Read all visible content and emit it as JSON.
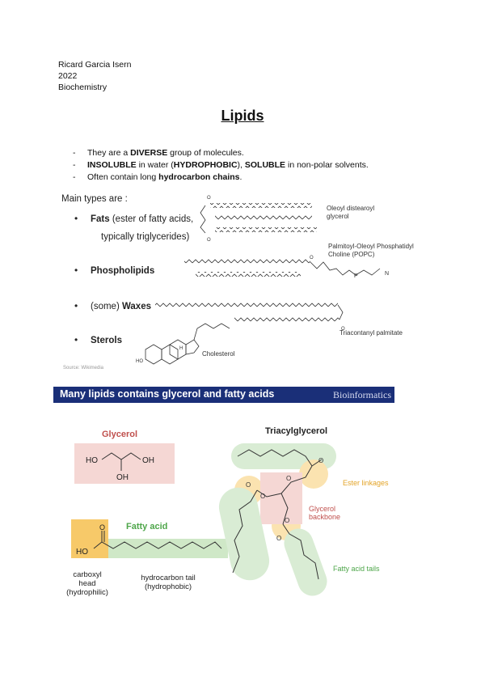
{
  "header": {
    "author": "Ricard Garcia Isern",
    "year": "2022",
    "subject": "Biochemistry"
  },
  "title": "Lipids",
  "bullets": [
    {
      "dash": "-",
      "parts": [
        {
          "t": "They are a ",
          "b": false
        },
        {
          "t": "DIVERSE",
          "b": true
        },
        {
          "t": " group of molecules.",
          "b": false
        }
      ]
    },
    {
      "dash": "-",
      "parts": [
        {
          "t": "INSOLUBLE",
          "b": true
        },
        {
          "t": " in water (",
          "b": false
        },
        {
          "t": "HYDROPHOBIC",
          "b": true
        },
        {
          "t": "), ",
          "b": false
        },
        {
          "t": "SOLUBLE",
          "b": true
        },
        {
          "t": " in non-polar solvents.",
          "b": false
        }
      ]
    },
    {
      "dash": "-",
      "parts": [
        {
          "t": "Often contain long ",
          "b": false
        },
        {
          "t": "hydrocarbon chains",
          "b": true
        },
        {
          "t": ".",
          "b": false
        }
      ]
    }
  ],
  "figure1": {
    "intro": "Main types are :",
    "fats_bold": "Fats",
    "fats_rest": " (ester of fatty acids,",
    "fats_line2": "typically triglycerides)",
    "phospholipids": "Phospholipids",
    "waxes_prefix": "(some) ",
    "waxes_bold": "Waxes",
    "sterols": "Sterols",
    "label_tag_1": "Oleoyl distearoyl",
    "label_tag_2": "glycerol",
    "label_popc_1": "Palmitoyl-Oleoyl Phosphatidyl",
    "label_popc_2": "Choline (POPC)",
    "label_wax": "Triacontanyl palmitate",
    "label_chol": "Cholesterol",
    "source_note": "Source: Wikimedia",
    "atoms": {
      "O": "O",
      "P": "P",
      "N": "N",
      "HO": "HO",
      "H": "H"
    }
  },
  "banner": {
    "title": "Many lipids  contains glycerol and fatty acids",
    "right": "Bioinformatics"
  },
  "figure2": {
    "glycerol_title": "Glycerol",
    "glycerol_ho": "HO",
    "glycerol_oh_right": "OH",
    "glycerol_oh_bottom": "OH",
    "fatty_acid_title": "Fatty acid",
    "fa_ho": "HO",
    "fa_o": "O",
    "carboxyl_1": "carboxyl",
    "carboxyl_2": "head",
    "carboxyl_3": "(hydrophilic)",
    "tail_1": "hydrocarbon tail",
    "tail_2": "(hydrophobic)",
    "tag_title": "Triacylglycerol",
    "ester_label": "Ester linkages",
    "backbone_1": "Glycerol",
    "backbone_2": "backbone",
    "tails_label": "Fatty acid tails",
    "o": "O",
    "colors": {
      "glycerol": "#c0504d",
      "fatty": "#4ea64a",
      "ester": "#e3a428",
      "banner": "#1a2f78"
    }
  }
}
